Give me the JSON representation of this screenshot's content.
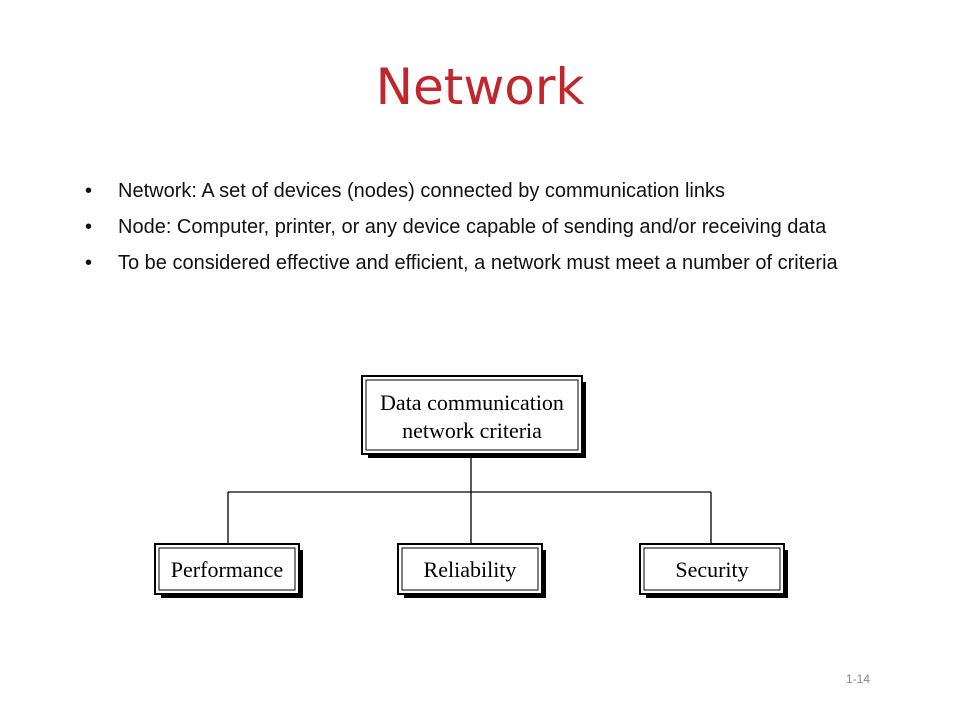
{
  "slide": {
    "title": "Network",
    "bullets": [
      "Network: A set of devices (nodes) connected by communication links",
      "Node: Computer, printer, or any device capable of sending and/or receiving data",
      "To be considered effective and efficient, a network must meet a number of criteria"
    ],
    "slide_number": "1-14"
  },
  "diagram": {
    "root": {
      "line1": "Data communication",
      "line2": "network criteria"
    },
    "children": [
      "Performance",
      "Reliability",
      "Security"
    ]
  }
}
